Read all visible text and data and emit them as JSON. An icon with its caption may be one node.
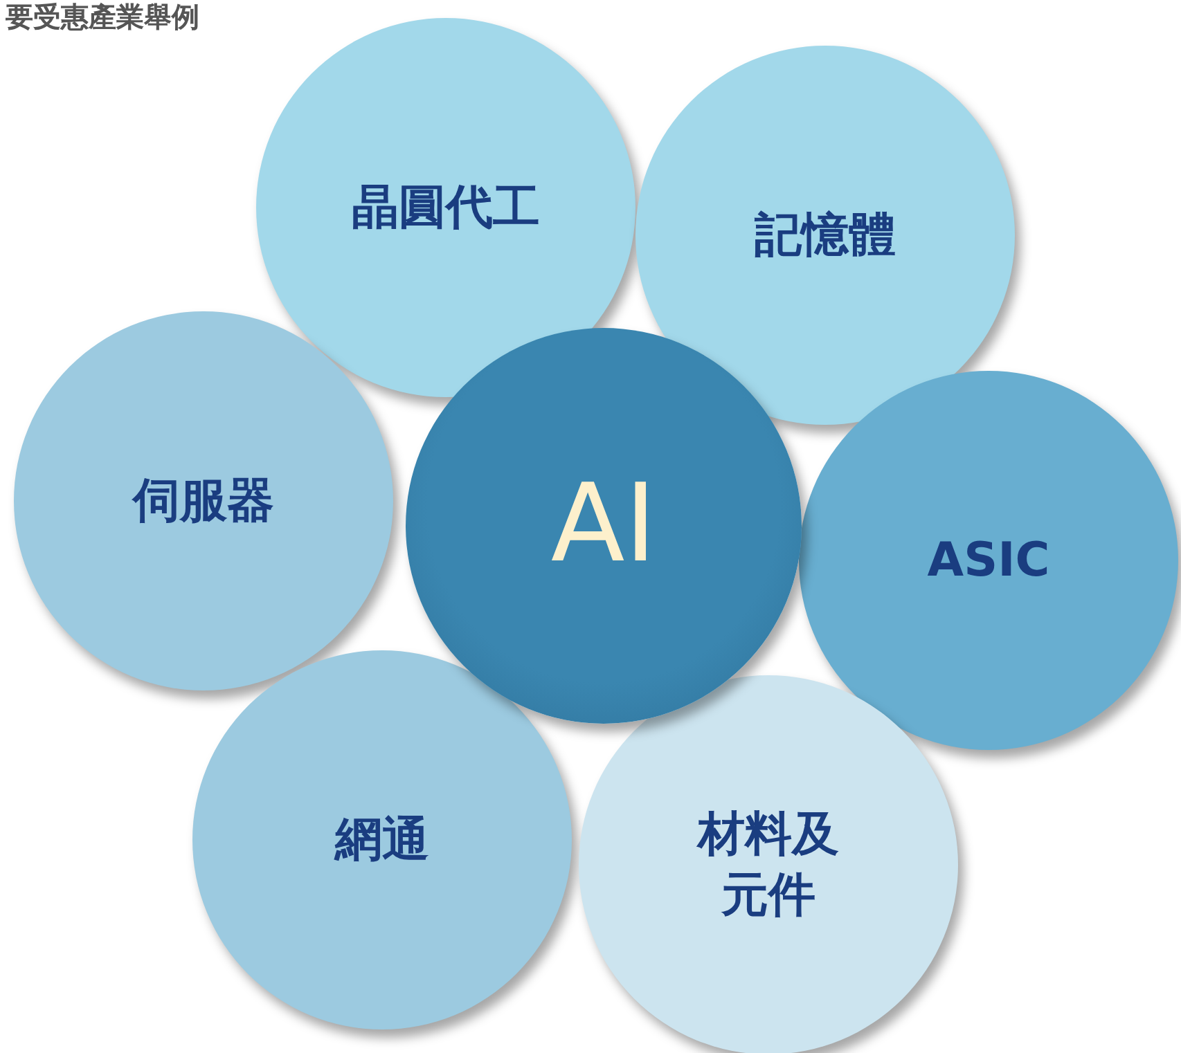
{
  "diagram": {
    "title": "要受惠產業舉例",
    "nodes": [
      {
        "text": [
          "晶圓代工"
        ]
      },
      {
        "text": [
          "記憶體"
        ]
      },
      {
        "text": [
          "伺服器"
        ]
      },
      {
        "text": [
          "AI"
        ]
      },
      {
        "text": [
          "ASIC"
        ]
      },
      {
        "text": [
          "網通"
        ]
      },
      {
        "text": [
          "材料及元件"
        ]
      }
    ]
  }
}
